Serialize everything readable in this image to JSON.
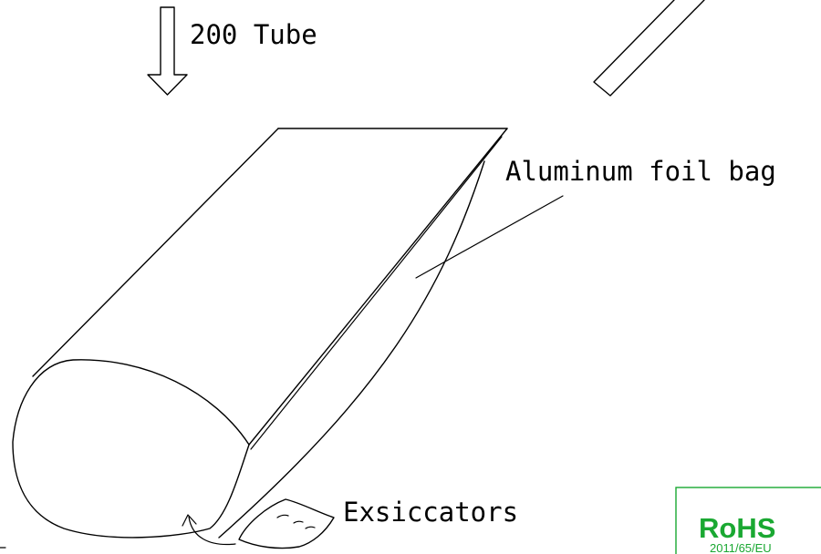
{
  "labels": {
    "tube": "200 Tube",
    "bag": "Aluminum foil bag",
    "desiccant": "Exsiccators"
  },
  "rohs": {
    "logo": "RoHS",
    "directive": "2011/65/EU",
    "color": "#1aa832"
  },
  "colors": {
    "line": "#000000",
    "background": "#ffffff"
  }
}
